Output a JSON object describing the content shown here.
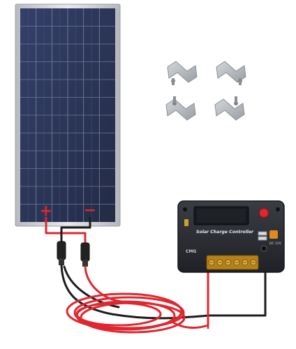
{
  "panel": {
    "positive_mark": "+",
    "negative_mark": "−",
    "frame_color": "#c9ccd1",
    "cell_color": "#2b3550"
  },
  "controller": {
    "label": "Solar Charge Controller",
    "brand": "CMG",
    "voltage": "DC 12V",
    "body_color": "#2a2c31",
    "terminal_color": "#e0a21a",
    "button_color": "#e4262b"
  },
  "cables": {
    "red": "#e0262e",
    "black": "#1c1c1c"
  },
  "brackets": {
    "count": 4,
    "color": "#b9bcc1"
  }
}
